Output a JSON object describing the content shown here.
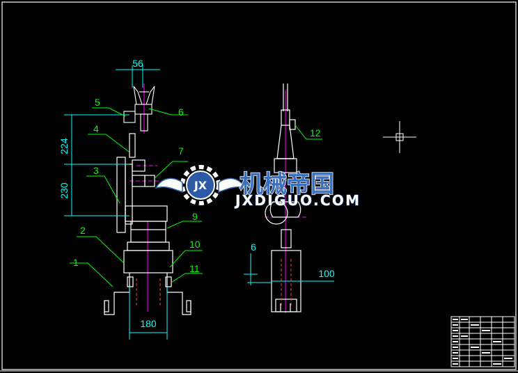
{
  "drawing": {
    "colors": {
      "background": "#000000",
      "outline": "#ffffff",
      "leader": "#00ff00",
      "dimension": "#00ffff",
      "centerline": "#ff00ff",
      "hidden": "#ff3b30",
      "watermark": "#3a6fc0"
    },
    "dimensions": {
      "top_width": "56",
      "upper_height": "224",
      "lower_height": "230",
      "base_span": "180",
      "right_offset": "6",
      "right_width": "100"
    },
    "part_labels": [
      "1",
      "2",
      "3",
      "4",
      "5",
      "6",
      "7",
      "9",
      "10",
      "11",
      "12"
    ],
    "watermark": {
      "chinese": "机械帝国",
      "english": "JXDIGUO.COM",
      "badge": "JX"
    }
  }
}
